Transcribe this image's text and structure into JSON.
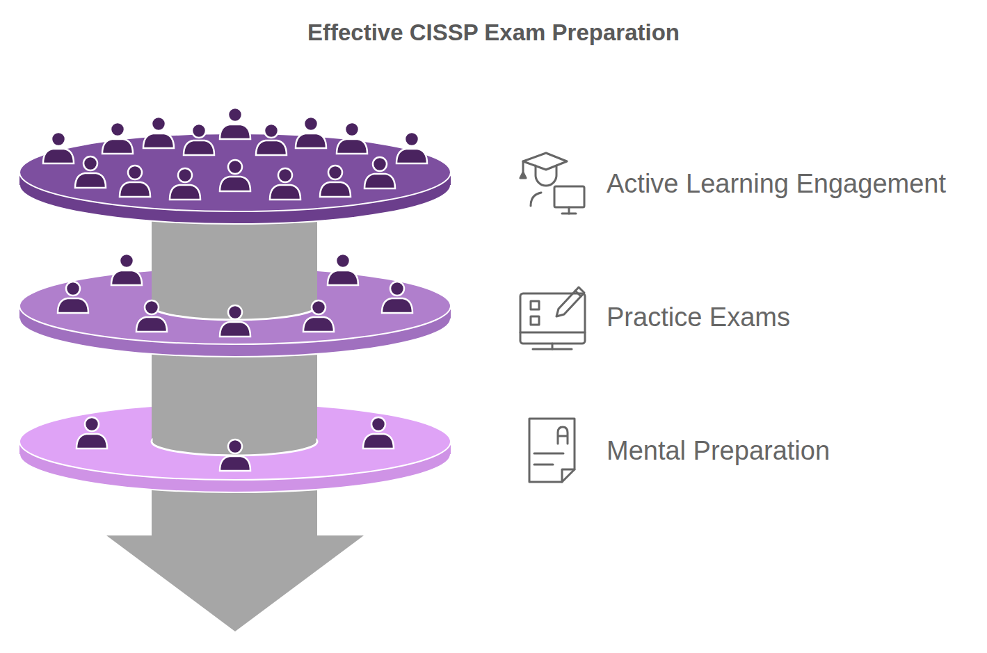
{
  "diagram": {
    "title": "Effective CISSP Exam Preparation",
    "labels": [
      "Active Learning Engagement",
      "Practice Exams",
      "Mental Preparation"
    ]
  }
}
